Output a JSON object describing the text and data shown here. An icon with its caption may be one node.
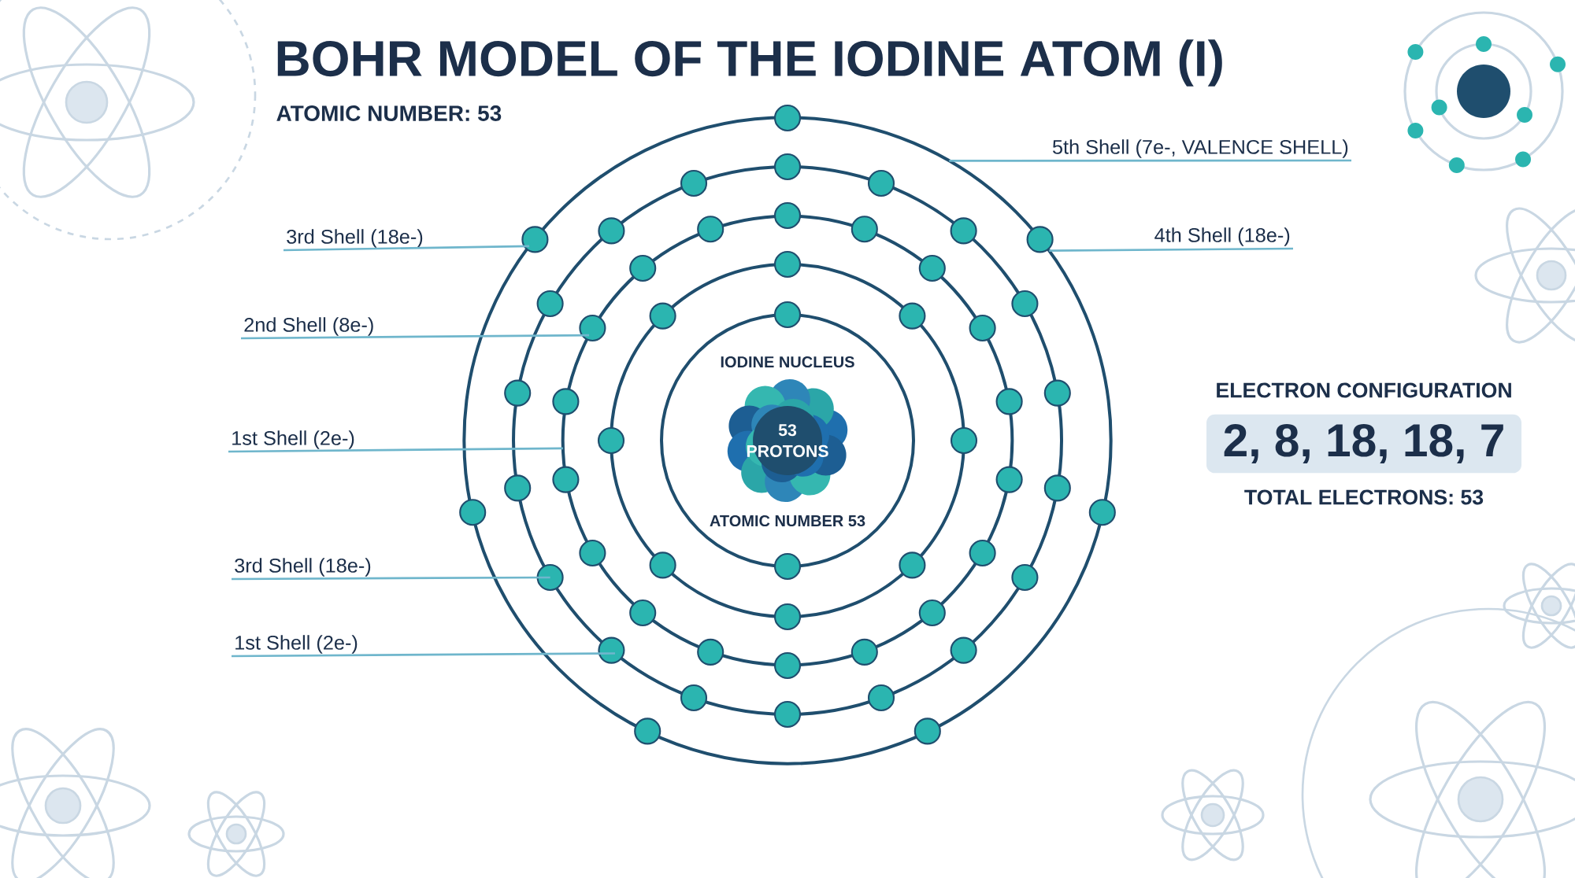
{
  "diagram": {
    "title": "BOHR MODEL OF THE IODINE ATOM (I)",
    "nodes": [
      {
        "text": [
          "53 PROTONS"
        ],
        "in": 1
      },
      {
        "text": [],
        "shape": "circle",
        "in": 2
      },
      {
        "text": [],
        "shape": "circle",
        "in": 3
      },
      {
        "text": [],
        "shape": "circle",
        "in": 4
      },
      {
        "text": [],
        "shape": "circle",
        "in": 5
      },
      {
        "text": [],
        "shape": "circle"
      },
      {
        "text": [
          "3rd Shell (18e-)"
        ]
      },
      {
        "text": [
          "2nd Shell (8e-)"
        ]
      },
      {
        "text": [
          "1st Shell (2e-)"
        ]
      },
      {
        "text": [
          "3rd Shell (18e-)"
        ]
      },
      {
        "text": [
          "1st Shell (2e-)"
        ]
      },
      {
        "text": [
          "5th Shell (7e-, VALENCE SHELL)"
        ]
      },
      {
        "text": [
          "4th Shell (18e-)"
        ]
      },
      {
        "text": [
          "ELECTRON CONFIGURATION",
          "2, 8, 18, 18, 7"
        ],
        "beside": [
          "TOTAL ELECTRONS: 53"
        ]
      }
    ],
    "edges": [
      {
        "from": 6,
        "to": 5,
        "arrow": "none"
      },
      {
        "from": 7,
        "to": 3,
        "arrow": "none"
      },
      {
        "from": 8,
        "to": 3,
        "arrow": "none"
      },
      {
        "from": 9,
        "to": 4,
        "arrow": "none"
      },
      {
        "from": 10,
        "to": 4,
        "arrow": "none"
      },
      {
        "from": 11,
        "to": 5,
        "arrow": "none"
      },
      {
        "from": 12,
        "to": 5,
        "arrow": "none"
      }
    ],
    "labels": [
      "ATOMIC NUMBER: 53",
      "IODINE NUCLEUS",
      "ATOMIC NUMBER 53"
    ]
  }
}
